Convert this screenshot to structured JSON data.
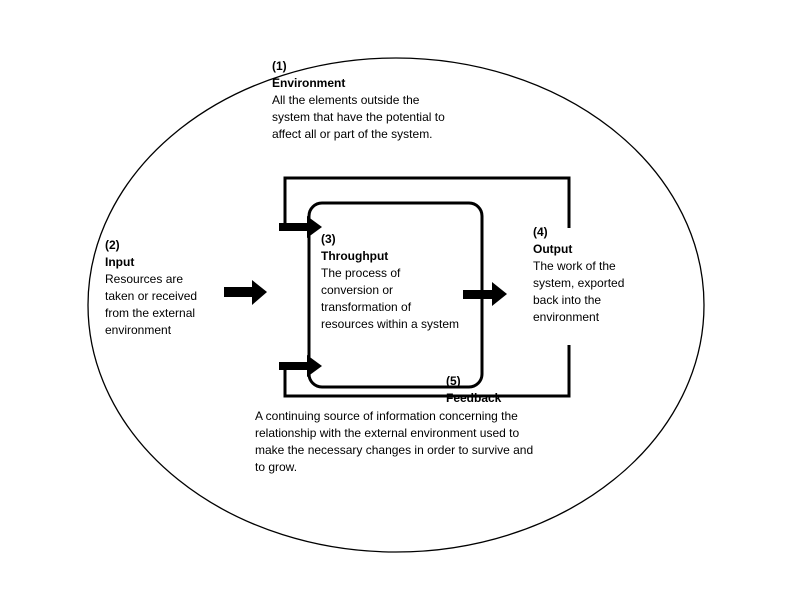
{
  "colors": {
    "line": "#000000",
    "background": "#ffffff"
  },
  "environment": {
    "number": "(1)",
    "title": "Environment",
    "description": "All the elements outside the system that have the potential to affect all or part of the system."
  },
  "input": {
    "number": "(2)",
    "title": "Input",
    "description": "Resources are taken or received from the external environment"
  },
  "throughput": {
    "number": "(3)",
    "title": "Throughput",
    "description": "The process of conversion or transformation of resources within a system"
  },
  "output": {
    "number": "(4)",
    "title": "Output",
    "description": "The work of the system, exported back into the environment"
  },
  "feedback": {
    "number": "(5)",
    "title": "Feedback",
    "description": "A continuing source of information concerning the relationship with the external environment used to make the necessary changes in order to survive and to grow."
  }
}
